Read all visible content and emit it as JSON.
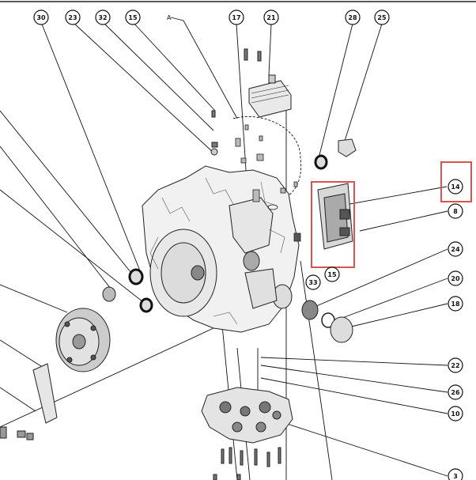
{
  "diagram": {
    "reference_label": "A",
    "callouts_top": [
      "30",
      "23",
      "32",
      "15",
      "17",
      "21",
      "28",
      "25"
    ],
    "callouts_right": [
      "14",
      "8",
      "24",
      "20",
      "18",
      "22",
      "26",
      "10",
      "3"
    ],
    "callout_middle": [
      "33",
      "15"
    ],
    "highlight_color": "#d9534f"
  }
}
